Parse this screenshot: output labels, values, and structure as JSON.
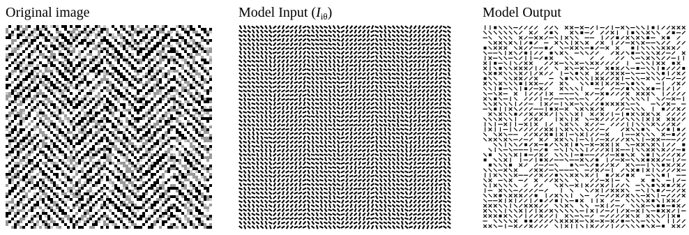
{
  "panels": [
    {
      "title": "Original image"
    },
    {
      "title_prefix": "Model Input (",
      "title_var": "I",
      "title_sub": "iθ",
      "title_suffix": ")"
    },
    {
      "title": "Model Output"
    }
  ],
  "colors": {
    "ink": "#000000",
    "mid_gray": "#9a9a9a",
    "light_gray": "#c8c8c8",
    "background": "#ffffff"
  }
}
